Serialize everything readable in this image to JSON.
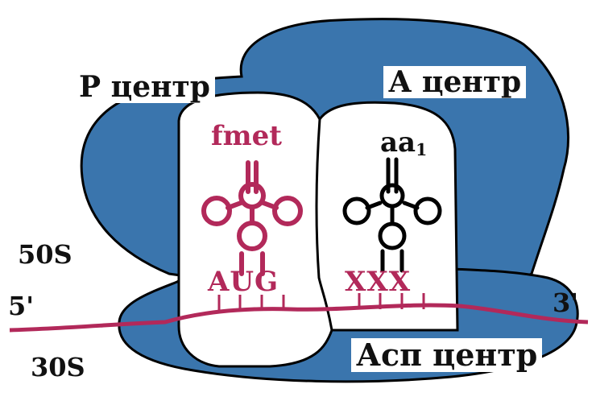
{
  "colors": {
    "ribosome": "#3a75ad",
    "outline": "#000000",
    "mrna": "#b2295a",
    "initiator_trna": "#b2295a",
    "aminoacyl_trna": "#000000",
    "text": "#111111"
  },
  "labels": {
    "p_site": "Р центр",
    "a_site": "А центр",
    "e_site": "Асп центр",
    "large_subunit": "50S",
    "small_subunit": "30S",
    "five_prime": "5'",
    "three_prime": "3'",
    "initiator_aa": "fmet",
    "aminoacyl_aa": "aa",
    "aminoacyl_aa_sub": "1",
    "start_codon": "AUG",
    "codon_a": "XXX"
  },
  "icons": {
    "initiator_trna": "trna-cloverleaf-icon",
    "aminoacyl_trna": "trna-cloverleaf-icon"
  }
}
